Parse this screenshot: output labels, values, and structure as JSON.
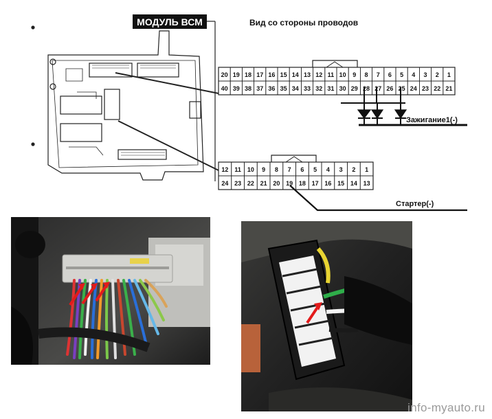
{
  "module_label": "МОДУЛЬ ВСМ",
  "view_caption": "Вид со стороны проводов",
  "connector_a": {
    "top_row": [
      "20",
      "19",
      "18",
      "17",
      "16",
      "15",
      "14",
      "13",
      "12",
      "11",
      "10",
      "9",
      "8",
      "7",
      "6",
      "5",
      "4",
      "3",
      "2",
      "1"
    ],
    "bottom_row": [
      "40",
      "39",
      "38",
      "37",
      "36",
      "35",
      "34",
      "33",
      "32",
      "31",
      "30",
      "29",
      "28",
      "27",
      "26",
      "25",
      "24",
      "23",
      "22",
      "21"
    ]
  },
  "connector_b": {
    "top_row": [
      "12",
      "11",
      "10",
      "9",
      "8",
      "7",
      "6",
      "5",
      "4",
      "3",
      "2",
      "1"
    ],
    "bottom_row": [
      "24",
      "23",
      "22",
      "21",
      "20",
      "19",
      "18",
      "17",
      "16",
      "15",
      "14",
      "13"
    ]
  },
  "ignition_label": "Зажигание1(-)",
  "starter_label": "Стартер(-)",
  "watermark": "info-myauto.ru"
}
